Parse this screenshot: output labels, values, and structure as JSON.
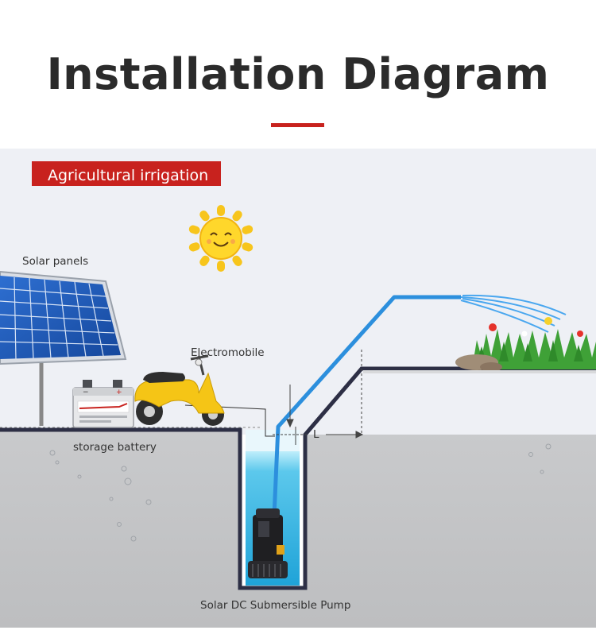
{
  "title": "Installation Diagram",
  "colors": {
    "accent": "#c8221e",
    "sky": "#eef0f5",
    "ground": "#c6c7c9",
    "pipe": "#2c8fdd",
    "water": "#6fd0ee",
    "outline": "#2d2f45",
    "sun": "#f7c51c"
  },
  "badge": {
    "label": "Agricultural irrigation"
  },
  "labels": {
    "solar_panels": "Solar panels",
    "electromobile": "Electromobile",
    "storage_battery": "storage battery",
    "pump": "Solar DC Submersible Pump",
    "distance": "L"
  },
  "icons": [
    "sun-icon",
    "solar-panel-icon",
    "battery-icon",
    "scooter-icon",
    "pump-icon",
    "grass-icon"
  ]
}
